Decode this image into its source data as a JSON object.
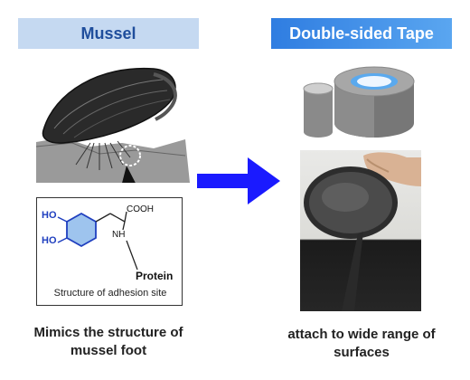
{
  "header": {
    "left_title": "Mussel",
    "right_title": "Double-sided Tape"
  },
  "structure": {
    "ho_top": "HO",
    "ho_bottom": "HO",
    "cooh": "COOH",
    "nh": "NH",
    "protein": "Protein",
    "caption": "Structure of adhesion site"
  },
  "captions": {
    "left": "Mimics the structure of mussel foot",
    "right": "attach to wide range of surfaces"
  },
  "colors": {
    "arrow": "#1a1aff",
    "header_left_bg": "#c5d9f1",
    "header_right_bg": "#3b8ae6",
    "benzene_fill": "#9ec4ee"
  },
  "icons": {
    "mussel": "mussel-illustration",
    "tape": "tape-roll-icon",
    "pan": "frying-pan-photo"
  }
}
